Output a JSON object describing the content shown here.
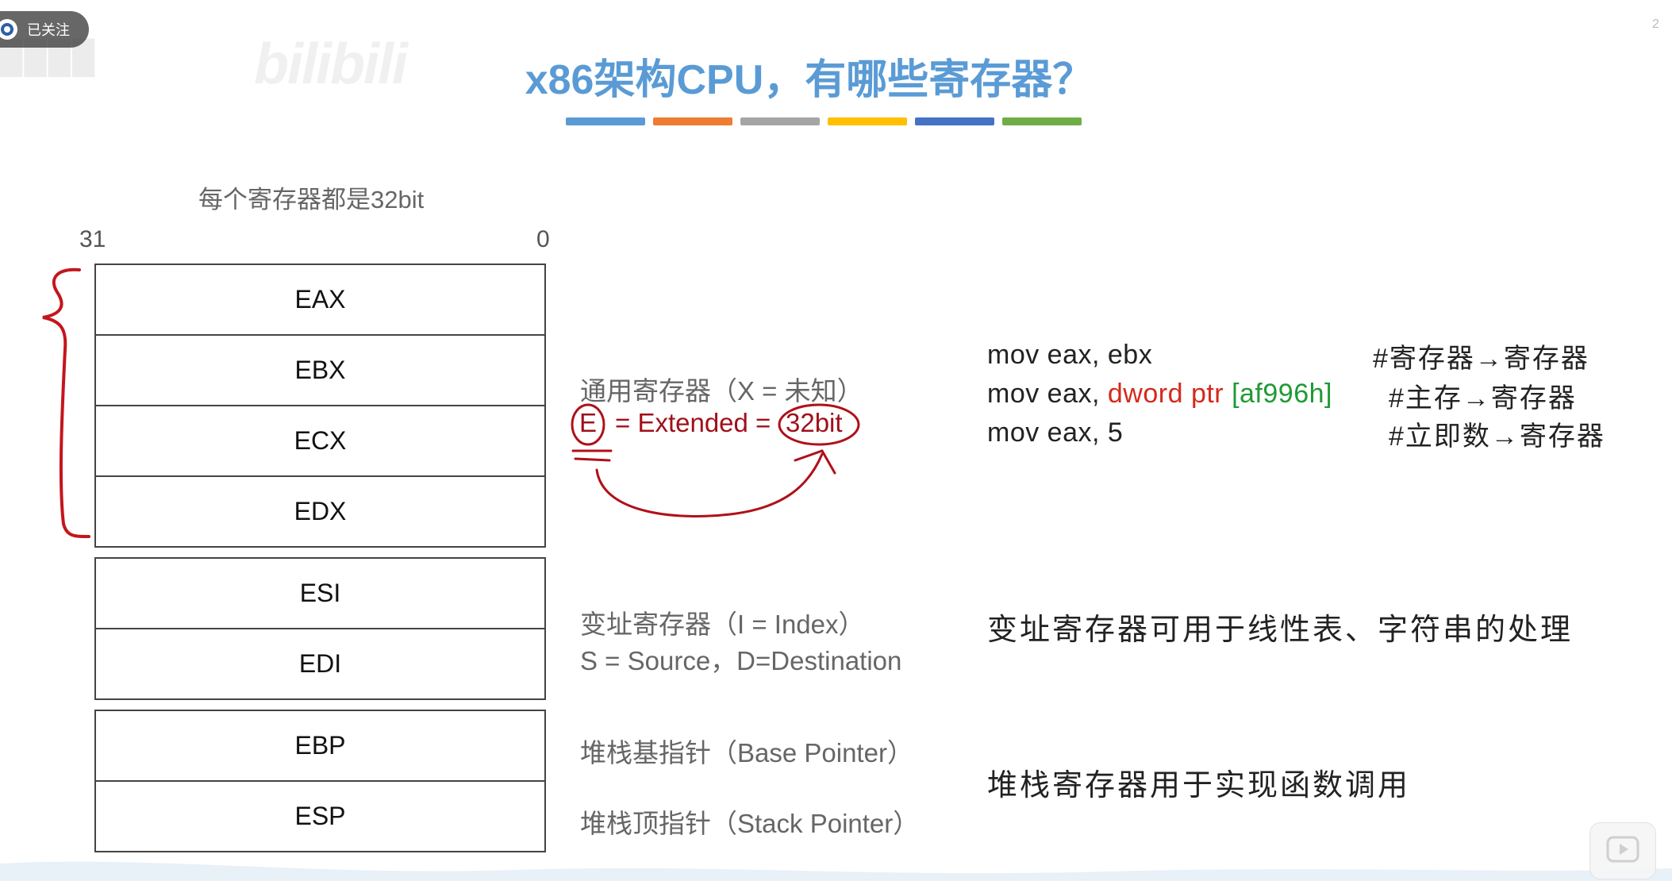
{
  "badge": {
    "label": "已关注"
  },
  "title": "x86架构CPU，有哪些寄存器？",
  "accent_bars": [
    "#5b9bd5",
    "#ed7d31",
    "#a5a5a5",
    "#ffc000",
    "#4472c4",
    "#70ad47"
  ],
  "register_note": "每个寄存器都是32bit",
  "bit_labels": {
    "high": "31",
    "low": "0"
  },
  "registers": {
    "general": [
      "EAX",
      "EBX",
      "ECX",
      "EDX"
    ],
    "index": [
      "ESI",
      "EDI"
    ],
    "stack": [
      "EBP",
      "ESP"
    ]
  },
  "descriptions": {
    "general_title": "通用寄存器（X = 未知）",
    "general_e": "E",
    "general_extended": "= Extended =",
    "general_32bit": "32bit",
    "index_title": "变址寄存器（I = Index）",
    "index_sd": "S = Source，D=Destination",
    "base_pointer": "堆栈基指针（Base Pointer）",
    "stack_pointer": "堆栈顶指针（Stack Pointer）"
  },
  "code_examples": [
    {
      "prefix": "mov eax, ebx",
      "red": "",
      "green": "",
      "comment": "#寄存器→寄存器"
    },
    {
      "prefix": "mov eax, ",
      "red": "dword ptr ",
      "green": "[af996h]",
      "comment": "#主存→寄存器"
    },
    {
      "prefix": "mov eax, 5",
      "red": "",
      "green": "",
      "comment": "#立即数→寄存器"
    }
  ],
  "index_usage": "变址寄存器可用于线性表、字符串的处理",
  "stack_usage": "堆栈寄存器用于实现函数调用",
  "corner_tag": "2",
  "icons": {
    "logo": "channel-logo-icon",
    "play": "play-icon"
  }
}
